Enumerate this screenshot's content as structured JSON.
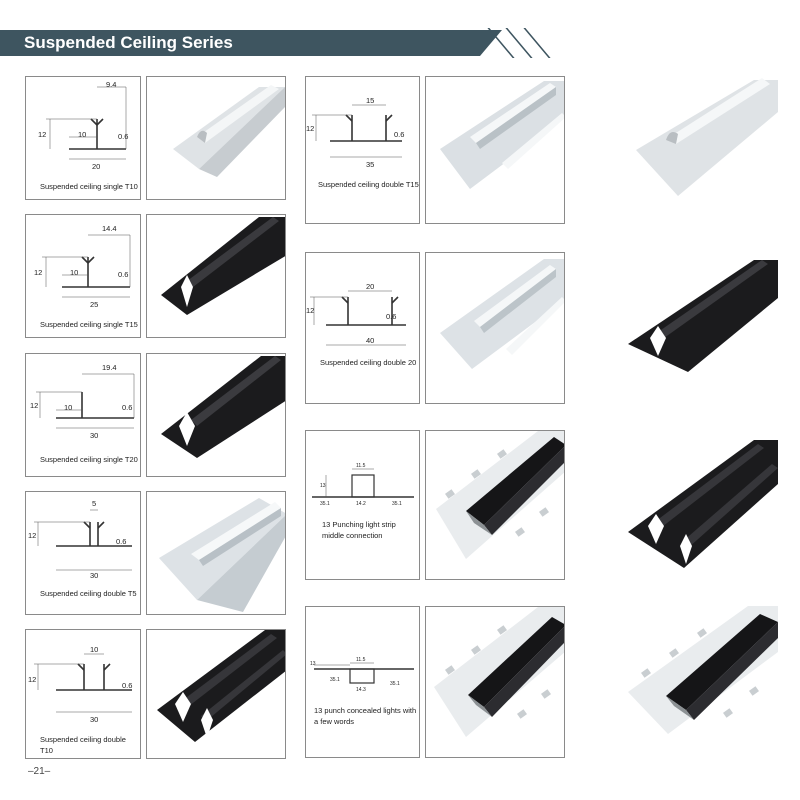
{
  "header": {
    "title": "Suspended Ceiling Series"
  },
  "footer": {
    "page_number": "–21–"
  },
  "products": [
    {
      "caption": "Suspended ceiling single T10",
      "dims": [
        "9.4",
        "12",
        "10",
        "0.6",
        "20"
      ],
      "finish": "silver"
    },
    {
      "caption": "Suspended ceiling single T15",
      "dims": [
        "14.4",
        "12",
        "10",
        "0.6",
        "25"
      ],
      "finish": "black"
    },
    {
      "caption": "Suspended ceiling single T20",
      "dims": [
        "19.4",
        "12",
        "10",
        "0.6",
        "30"
      ],
      "finish": "black"
    },
    {
      "caption": "Suspended ceiling double T5",
      "dims": [
        "5",
        "12",
        "0.6",
        "30"
      ],
      "finish": "silver"
    },
    {
      "caption": "Suspended ceiling double T10",
      "dims": [
        "10",
        "12",
        "0.6",
        "30"
      ],
      "finish": "black"
    },
    {
      "caption": "Suspended ceiling double T15",
      "dims": [
        "15",
        "12",
        "0.6",
        "35"
      ],
      "finish": "silver"
    },
    {
      "caption": "Suspended ceiling double 20",
      "dims": [
        "20",
        "12",
        "0.6",
        "40"
      ],
      "finish": "silver"
    },
    {
      "caption": "13 Punching light strip middle connection",
      "dims": [
        "11.5",
        "13",
        "35.1",
        "14.2",
        "35.1"
      ],
      "finish": "black-white"
    },
    {
      "caption": "13 punch concealed lights with a few words",
      "dims": [
        "11.5",
        "13",
        "35.1",
        "14.3",
        "35.1"
      ],
      "finish": "black-white"
    }
  ],
  "colors": {
    "banner": "#3e5560",
    "silver": "#d8dcdf",
    "black": "#1b1b1d"
  }
}
